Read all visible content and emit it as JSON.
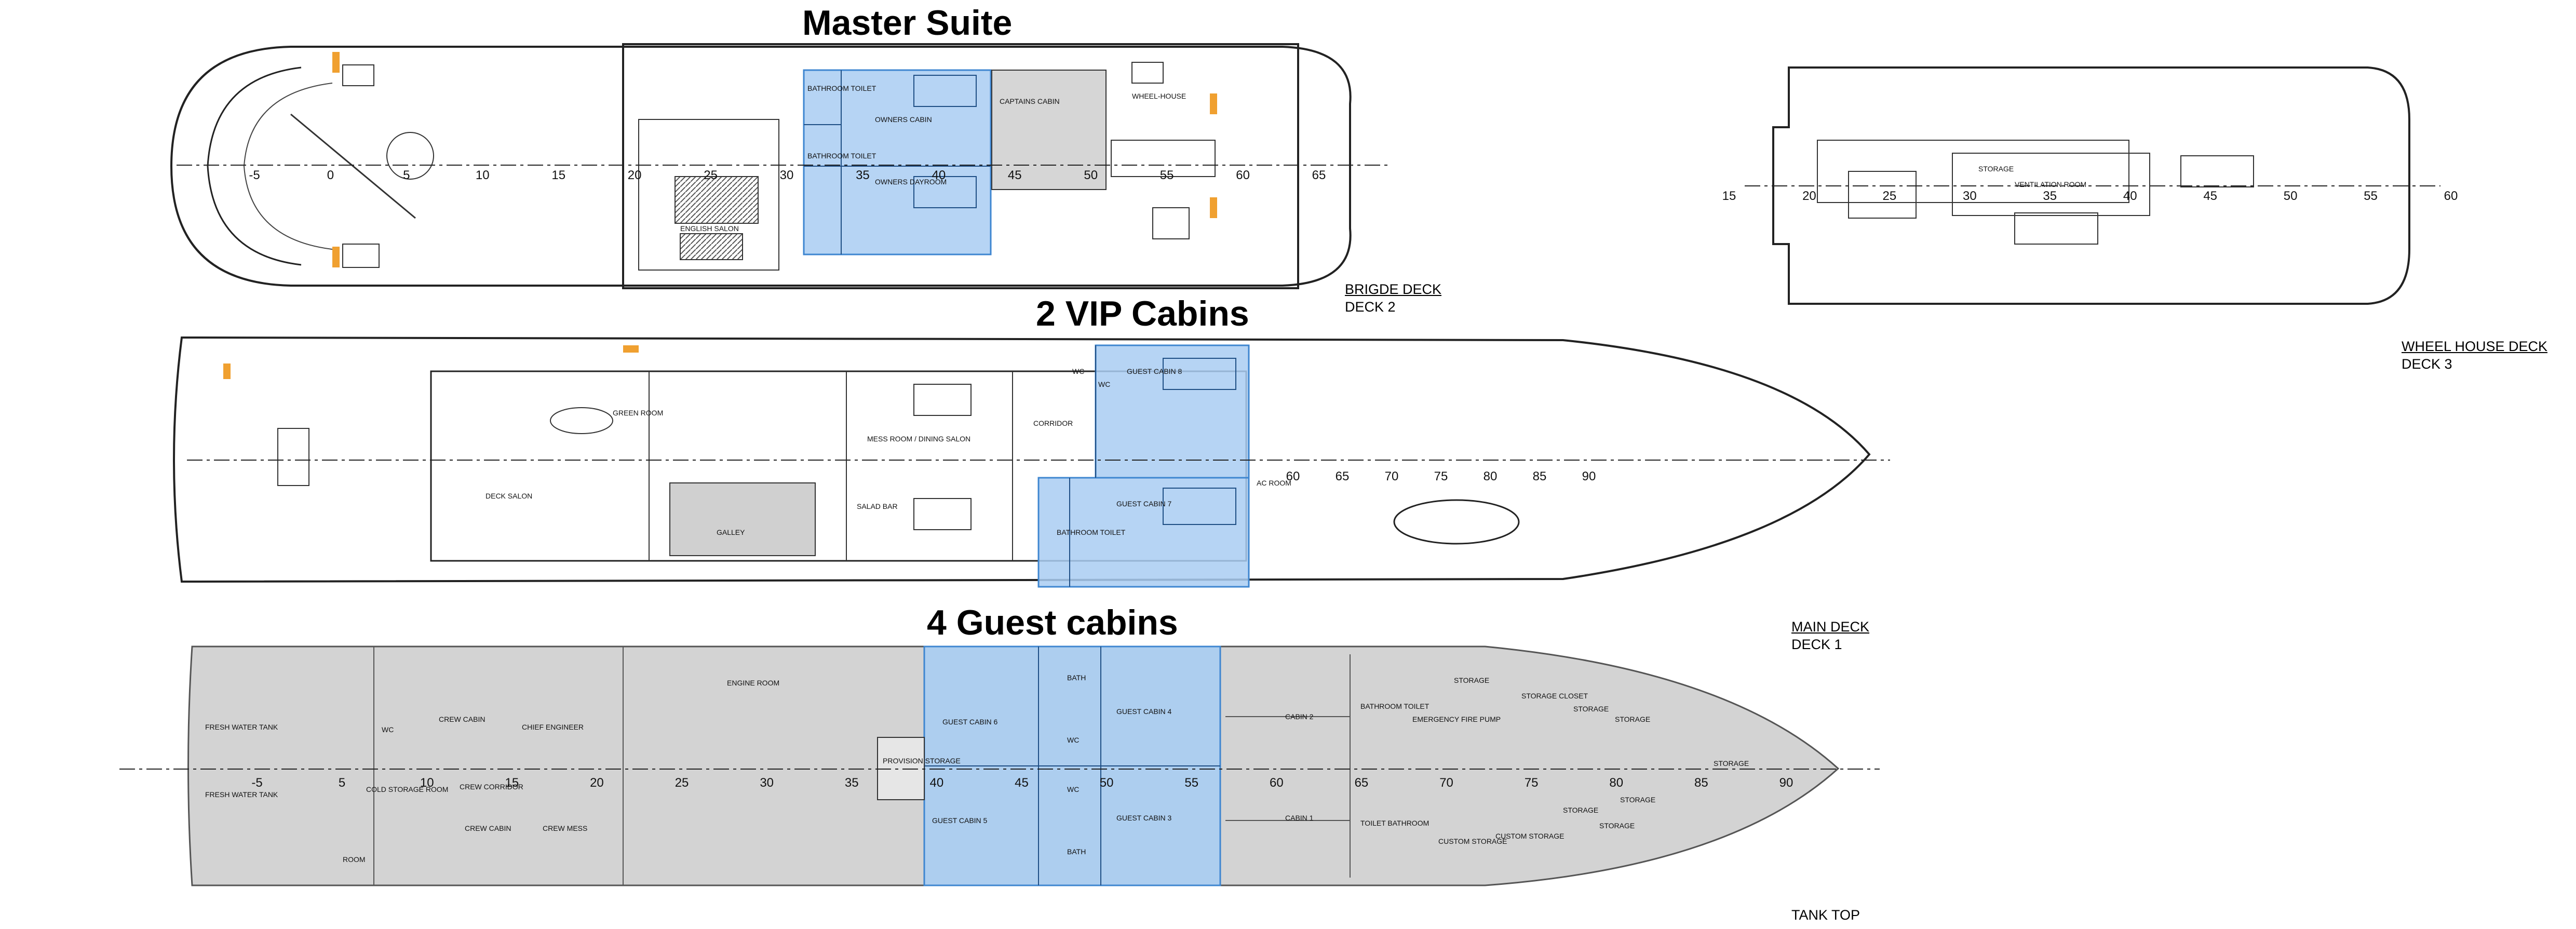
{
  "headings": {
    "master": "Master Suite",
    "vip": "2 VIP Cabins",
    "guest": "4 Guest cabins"
  },
  "deck_labels": {
    "bridge": {
      "name": "BRIGDE DECK",
      "sub": "DECK 2"
    },
    "wheelhouse": {
      "name": "WHEEL HOUSE DECK",
      "sub": "DECK 3"
    },
    "main": {
      "name": "MAIN DECK",
      "sub": "DECK 1"
    },
    "tank": {
      "name": "TANK TOP"
    }
  },
  "colors": {
    "highlight": "#a9cdf2",
    "highlight_stroke": "#3e86d0",
    "tank_fill": "#d3d3d3",
    "gray_room": "#bdbdbd",
    "line": "#222222"
  },
  "frames": {
    "bridge": [
      "-5",
      "0",
      "5",
      "10",
      "15",
      "20",
      "25",
      "30",
      "35",
      "40",
      "45",
      "50",
      "55",
      "60",
      "65"
    ],
    "wheelhouse": [
      "15",
      "20",
      "25",
      "30",
      "35",
      "40",
      "45",
      "50",
      "55",
      "60"
    ],
    "main": [
      "60",
      "65",
      "70",
      "75",
      "80",
      "85",
      "90"
    ],
    "tank": [
      "-5",
      "5",
      "10",
      "15",
      "20",
      "25",
      "30",
      "35",
      "40",
      "45",
      "50",
      "55",
      "60",
      "65",
      "70",
      "75",
      "80",
      "85",
      "90"
    ]
  },
  "rooms": {
    "bridge": [
      "BATHROOM TOILET",
      "BATHROOM TOILET",
      "OWNERS CABIN",
      "OWNERS DAYROOM",
      "CAPTAINS CABIN",
      "WHEEL-HOUSE",
      "ENGLISH SALON"
    ],
    "wheelhouse": [
      "STORAGE",
      "VENTILATION ROOM"
    ],
    "main": [
      "GREEN ROOM",
      "DECK SALON",
      "GALLEY",
      "MESS ROOM / DINING SALON",
      "SALAD BAR",
      "CORRIDOR",
      "WC",
      "WC",
      "GUEST CABIN 8",
      "GUEST CABIN 7",
      "BATHROOM TOILET",
      "AC ROOM"
    ],
    "tank": [
      "FRESH WATER TANK",
      "FRESH WATER TANK",
      "COLD STORAGE ROOM",
      "CREW CABIN",
      "CHIEF ENGINEER",
      "WC",
      "CREW CORRIDOR",
      "CREW CABIN",
      "CREW MESS",
      "ENGINE ROOM",
      "PROVISION STORAGE",
      "GUEST CABIN 6",
      "GUEST CABIN 5",
      "BATH",
      "BATH",
      "WC",
      "WC",
      "GUEST CABIN 4",
      "GUEST CABIN 3",
      "CABIN 2",
      "CABIN 1",
      "BATHROOM TOILET",
      "TOILET BATHROOM",
      "EMERGENCY FIRE PUMP",
      "STORAGE",
      "STORAGE CLOSET",
      "STORAGE",
      "STORAGE",
      "STORAGE",
      "STORAGE",
      "CUSTOM STORAGE",
      "CUSTOM STORAGE",
      "STORAGE",
      "STORAGE",
      "ROOM"
    ]
  }
}
